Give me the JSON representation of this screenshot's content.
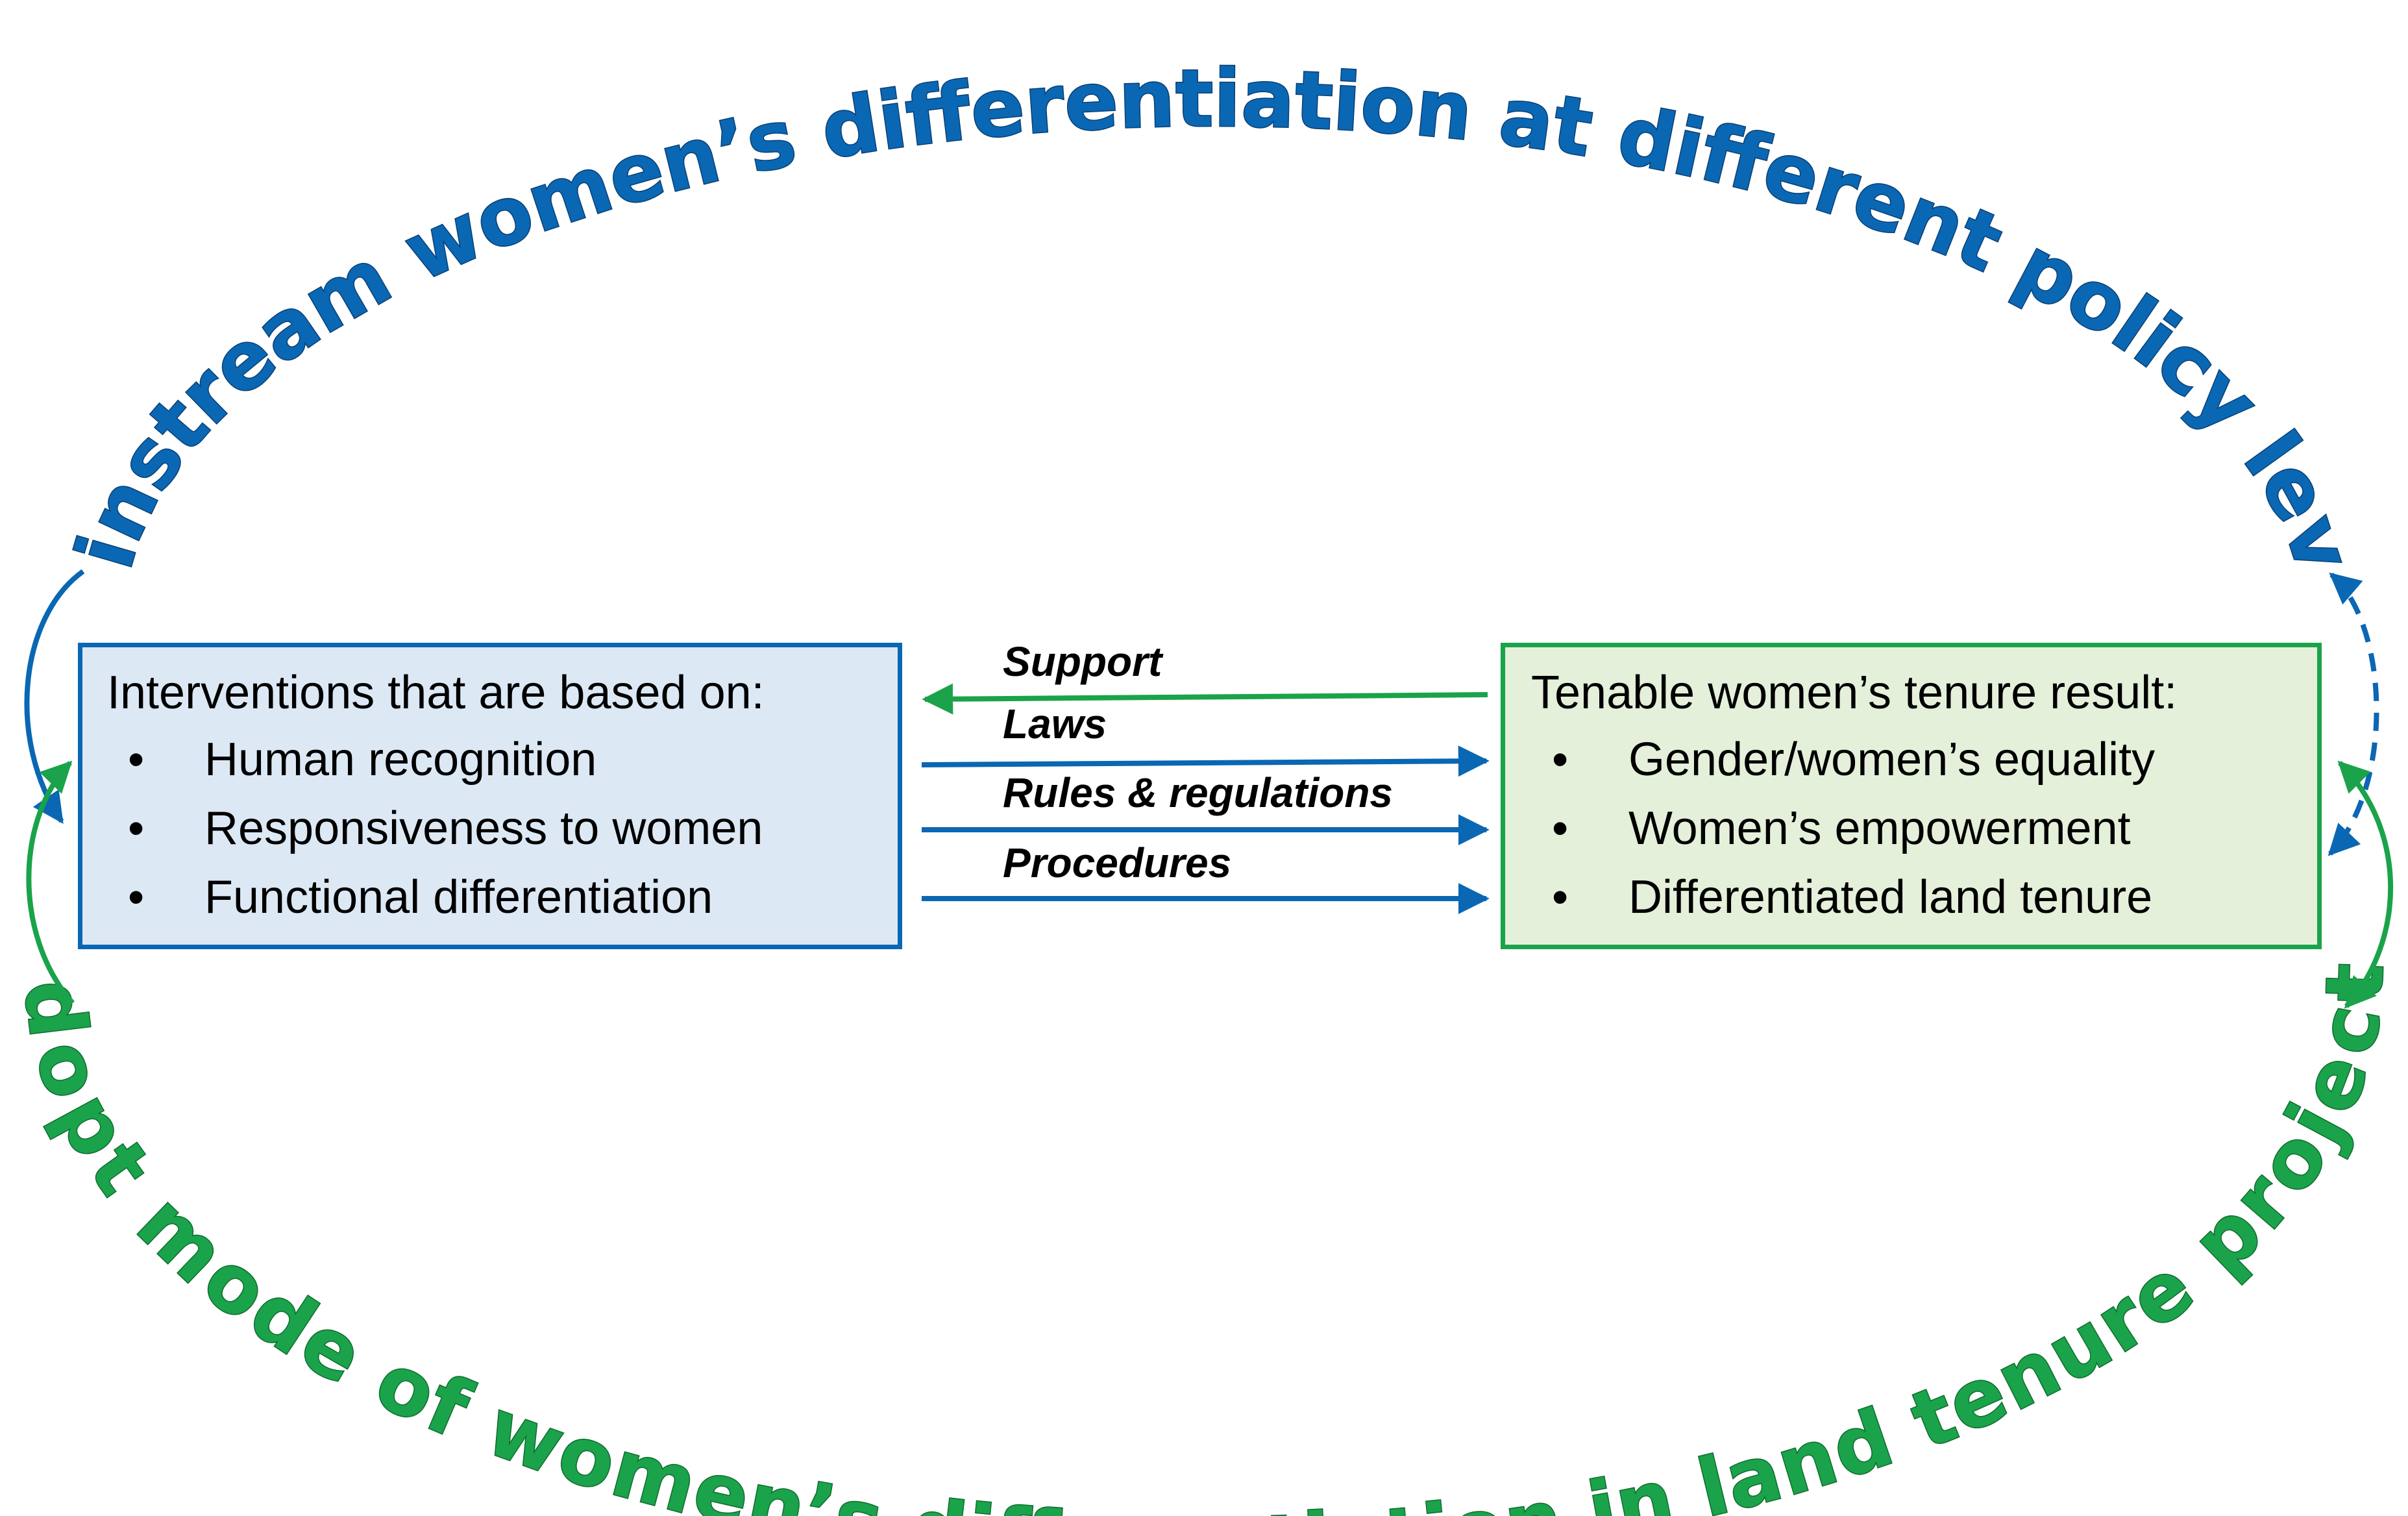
{
  "arcs": {
    "top_text": "Mainstream women’s differentiation at different policy levels",
    "bottom_text": "Adopt mode of women’s differentiation in land tenure projects"
  },
  "left_box": {
    "title": "Interventions that are based on:",
    "items": [
      "Human recognition",
      "Responsiveness to women",
      "Functional differentiation"
    ]
  },
  "right_box": {
    "title": "Tenable women’s tenure result:",
    "items": [
      "Gender/women’s equality",
      "Women’s empowerment",
      "Differentiated land tenure"
    ]
  },
  "flows": {
    "support": "Support",
    "laws": "Laws",
    "rules": "Rules & regulations",
    "procedures": "Procedures"
  },
  "bullet_symbol": "•",
  "colors": {
    "blue": "#0a67b3",
    "green": "#1aa34a",
    "left_box_fill": "#dde8f5",
    "right_box_fill": "#e4f0da"
  }
}
